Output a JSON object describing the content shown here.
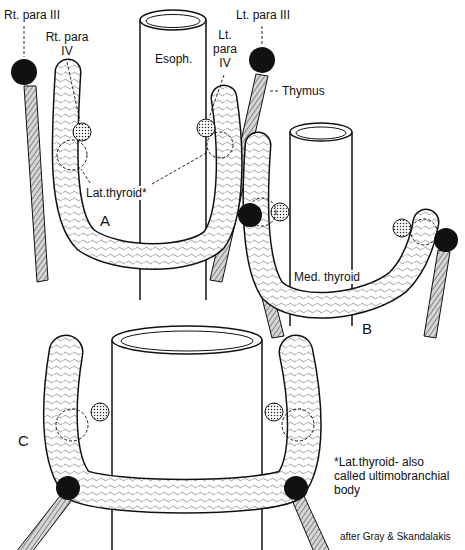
{
  "diagram": {
    "labels": [
      "Rt. para III",
      "Rt. para IV",
      "Esoph.",
      "Lt. para IV",
      "Lt. para III",
      "Thymus",
      "Lat.thyroid*",
      "A",
      "Med. thyroid",
      "B",
      "C",
      "*Lat.thyroid- also called ultimobranchial body",
      "after Gray & Skandalakis"
    ]
  }
}
